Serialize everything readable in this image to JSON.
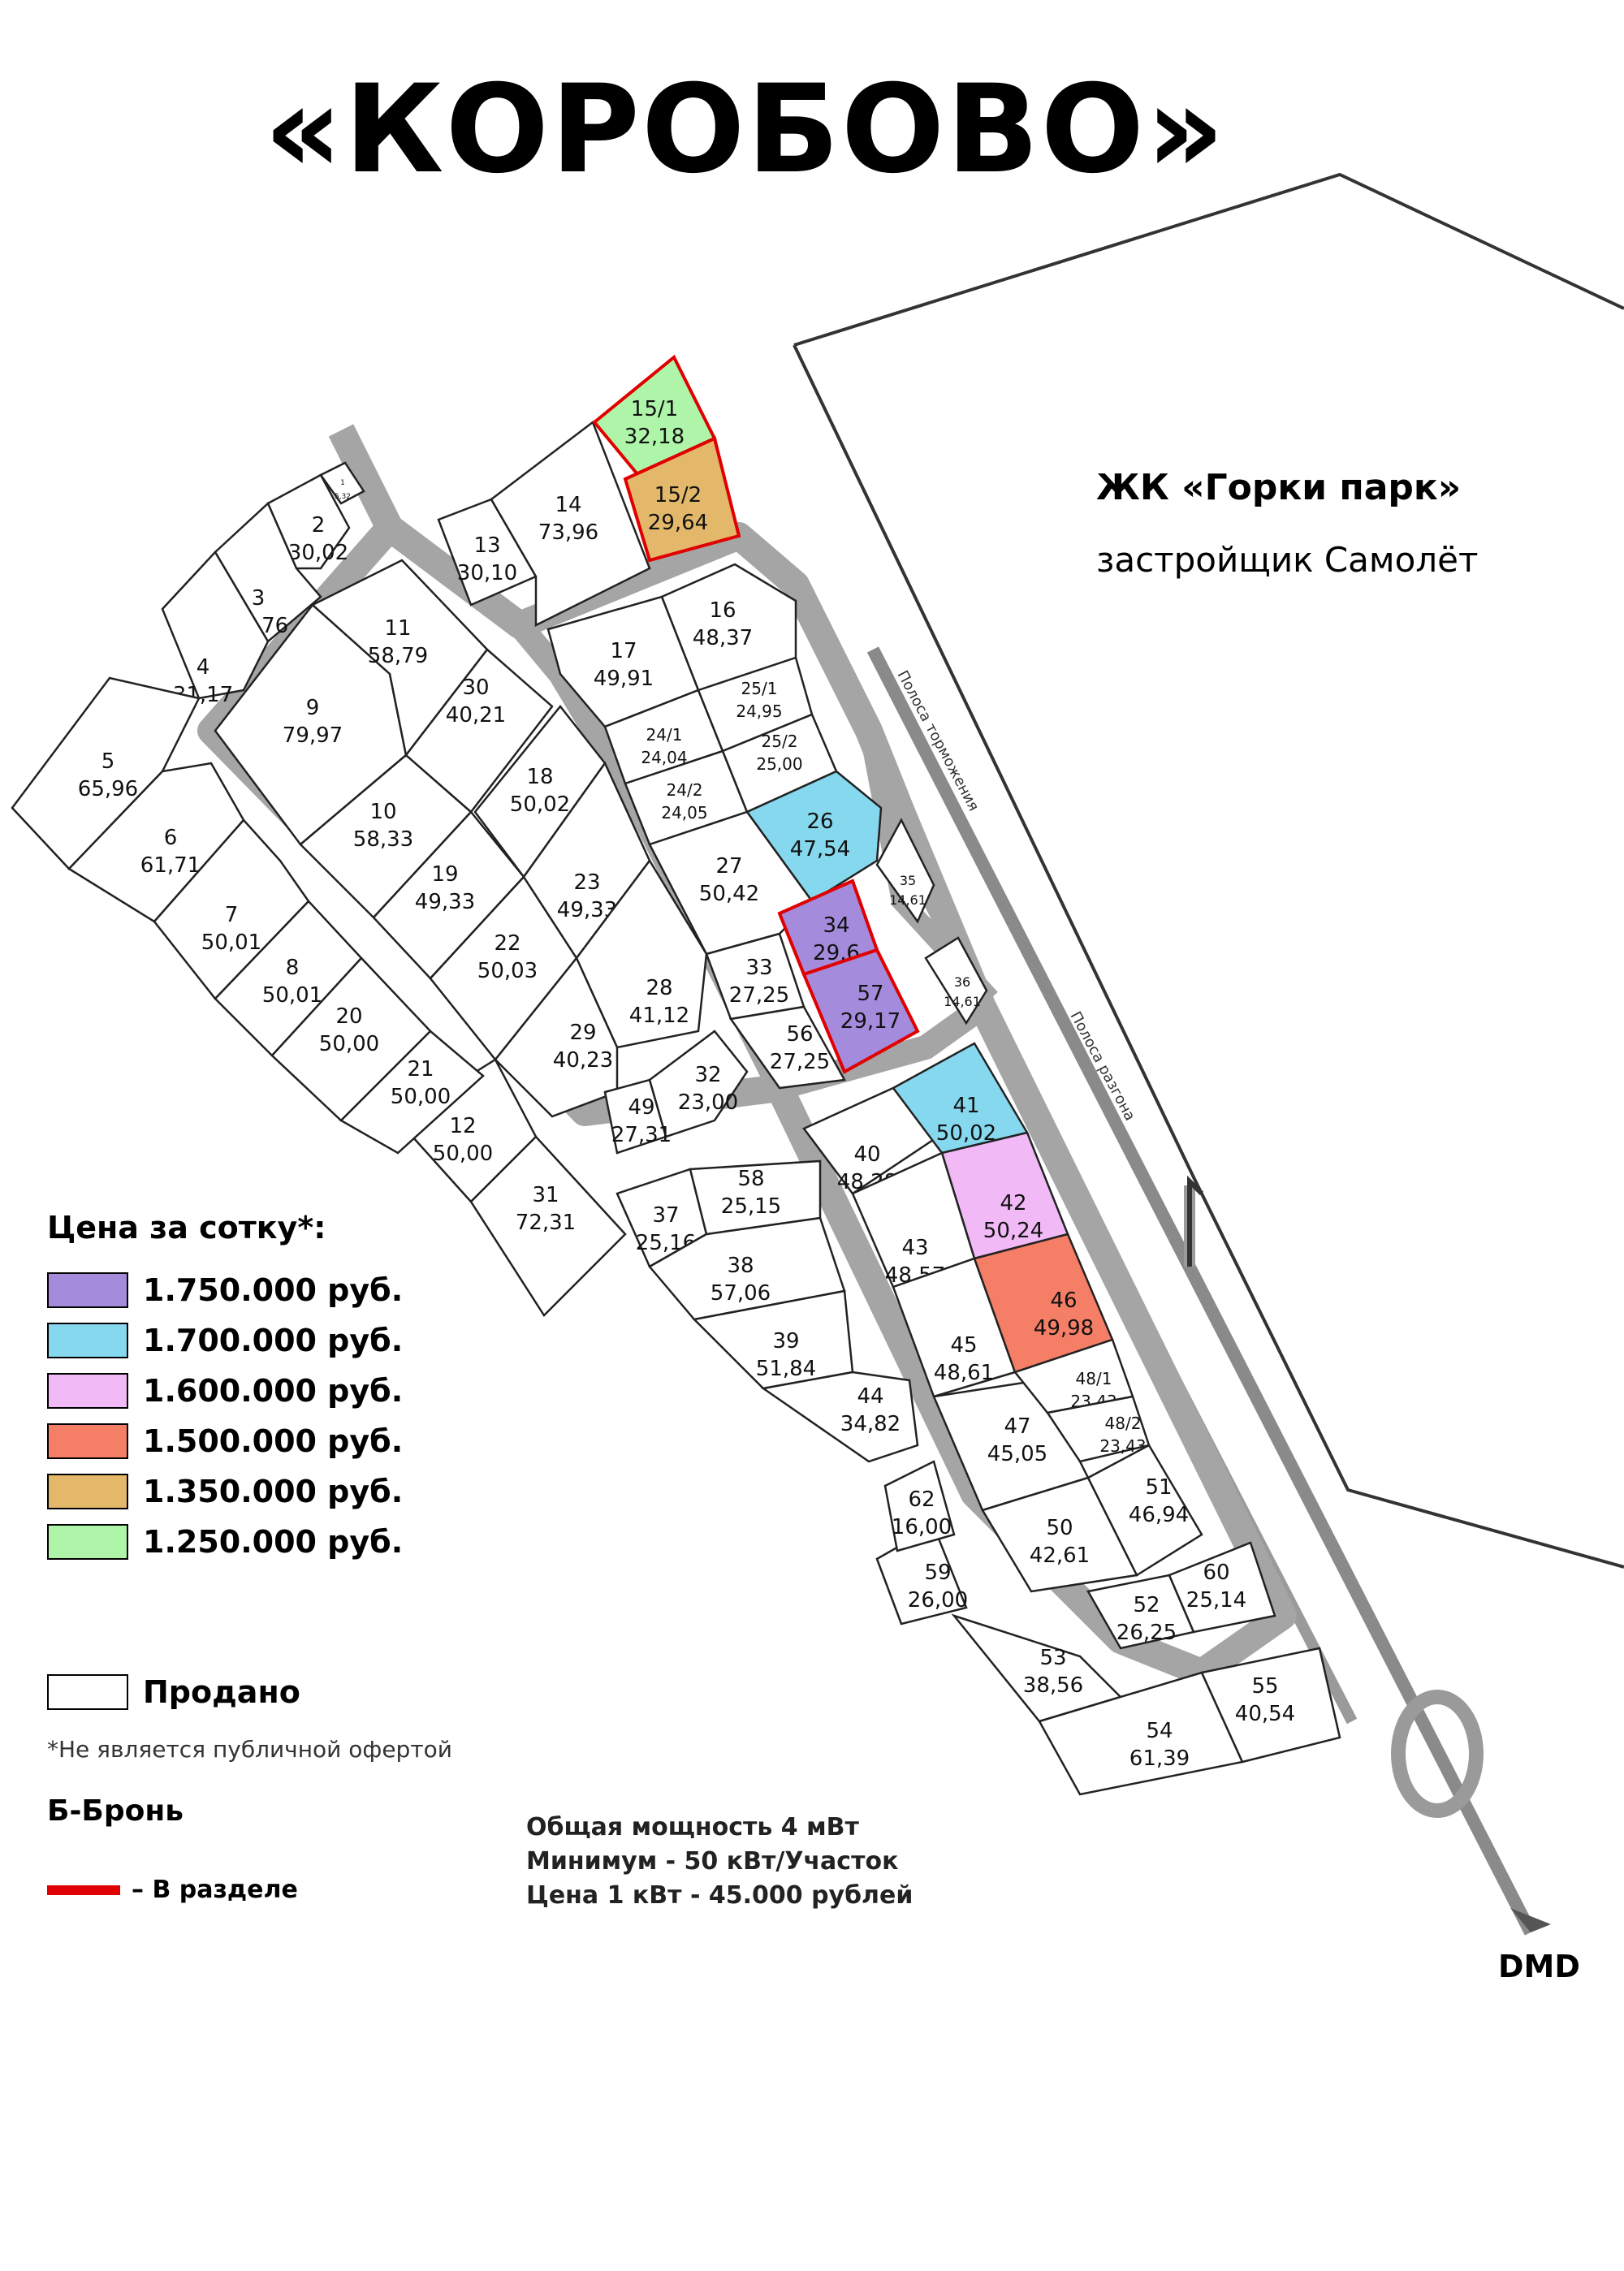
{
  "title": "«КОРОБОВО»",
  "complex": {
    "name": "ЖК «Горки парк»",
    "developer": "застройщик Самолёт"
  },
  "road_labels": {
    "brake_lane": "Полоса торможения",
    "accel_lane": "Полоса разгона",
    "exit": "DMD"
  },
  "legend": {
    "heading": "Цена за сотку*:",
    "items": [
      {
        "label": "1.750.000 руб.",
        "color": "#a58bdc"
      },
      {
        "label": "1.700.000 руб.",
        "color": "#86d8ee"
      },
      {
        "label": "1.600.000 руб.",
        "color": "#f1b9f5"
      },
      {
        "label": "1.500.000 руб.",
        "color": "#f57e66"
      },
      {
        "label": "1.350.000 руб.",
        "color": "#e3b86a"
      },
      {
        "label": "1.250.000 руб.",
        "color": "#aef5a9"
      }
    ],
    "sold": "Продано",
    "disclaimer": "*Не является публичной офертой",
    "reserve": "Б-Бронь",
    "in_section": "– В разделе"
  },
  "power": {
    "line1": "Общая мощность 4 мВт",
    "line2": "Минимум - 50 кВт/Участок",
    "line3": "Цена 1 кВт - 45.000 рублей"
  },
  "plots": [
    {
      "n": "1",
      "a": "5,32",
      "status": "sold"
    },
    {
      "n": "2",
      "a": "30,02",
      "status": "sold"
    },
    {
      "n": "3",
      "a": "35,76",
      "status": "sold"
    },
    {
      "n": "4",
      "a": "31,17",
      "status": "sold"
    },
    {
      "n": "5",
      "a": "65,96",
      "status": "sold"
    },
    {
      "n": "6",
      "a": "61,71",
      "status": "sold"
    },
    {
      "n": "7",
      "a": "50,01",
      "status": "sold"
    },
    {
      "n": "8",
      "a": "50,01",
      "status": "sold"
    },
    {
      "n": "9",
      "a": "79,97",
      "status": "sold"
    },
    {
      "n": "10",
      "a": "58,33",
      "status": "sold"
    },
    {
      "n": "11",
      "a": "58,79",
      "status": "sold"
    },
    {
      "n": "12",
      "a": "50,00",
      "status": "sold"
    },
    {
      "n": "13",
      "a": "30,10",
      "status": "sold"
    },
    {
      "n": "14",
      "a": "73,96",
      "status": "sold"
    },
    {
      "n": "15/1",
      "a": "32,18",
      "status": "price6"
    },
    {
      "n": "15/2",
      "a": "29,64",
      "status": "price5"
    },
    {
      "n": "16",
      "a": "48,37",
      "status": "sold"
    },
    {
      "n": "17",
      "a": "49,91",
      "status": "sold"
    },
    {
      "n": "18",
      "a": "50,02",
      "status": "sold"
    },
    {
      "n": "19",
      "a": "49,33",
      "status": "sold"
    },
    {
      "n": "20",
      "a": "50,00",
      "status": "sold"
    },
    {
      "n": "21",
      "a": "50,00",
      "status": "sold"
    },
    {
      "n": "22",
      "a": "50,03",
      "status": "sold"
    },
    {
      "n": "23",
      "a": "49,33",
      "status": "sold"
    },
    {
      "n": "24/1",
      "a": "24,04",
      "status": "sold"
    },
    {
      "n": "24/2",
      "a": "24,05",
      "status": "sold"
    },
    {
      "n": "25/1",
      "a": "24,95",
      "status": "sold"
    },
    {
      "n": "25/2",
      "a": "25,00",
      "status": "sold"
    },
    {
      "n": "26",
      "a": "47,54",
      "status": "price2"
    },
    {
      "n": "27",
      "a": "50,42",
      "status": "sold"
    },
    {
      "n": "28",
      "a": "41,12",
      "status": "sold"
    },
    {
      "n": "29",
      "a": "40,23",
      "status": "sold"
    },
    {
      "n": "30",
      "a": "40,21",
      "status": "sold"
    },
    {
      "n": "31",
      "a": "72,31",
      "status": "sold"
    },
    {
      "n": "32",
      "a": "23,00",
      "status": "sold"
    },
    {
      "n": "33",
      "a": "27,25",
      "status": "sold"
    },
    {
      "n": "34",
      "a": "29,6",
      "status": "price1"
    },
    {
      "n": "35",
      "a": "14,61",
      "status": "sold"
    },
    {
      "n": "36",
      "a": "14,61",
      "status": "sold"
    },
    {
      "n": "37",
      "a": "25,16",
      "status": "sold"
    },
    {
      "n": "38",
      "a": "57,06",
      "status": "sold"
    },
    {
      "n": "39",
      "a": "51,84",
      "status": "sold"
    },
    {
      "n": "40",
      "a": "48,28",
      "status": "sold"
    },
    {
      "n": "41",
      "a": "50,02",
      "status": "price2"
    },
    {
      "n": "42",
      "a": "50,24",
      "status": "price3"
    },
    {
      "n": "43",
      "a": "48,57",
      "status": "sold"
    },
    {
      "n": "44",
      "a": "34,82",
      "status": "sold"
    },
    {
      "n": "45",
      "a": "48,61",
      "status": "sold"
    },
    {
      "n": "46",
      "a": "49,98",
      "status": "price4"
    },
    {
      "n": "47",
      "a": "45,05",
      "status": "sold"
    },
    {
      "n": "48/1",
      "a": "23,43",
      "status": "sold"
    },
    {
      "n": "48/2",
      "a": "23,43",
      "status": "sold"
    },
    {
      "n": "49",
      "a": "27,31",
      "status": "sold"
    },
    {
      "n": "50",
      "a": "42,61",
      "status": "sold"
    },
    {
      "n": "51",
      "a": "46,94",
      "status": "sold"
    },
    {
      "n": "52",
      "a": "26,25",
      "status": "sold"
    },
    {
      "n": "53",
      "a": "38,56",
      "status": "sold"
    },
    {
      "n": "54",
      "a": "61,39",
      "status": "sold"
    },
    {
      "n": "55",
      "a": "40,54",
      "status": "sold"
    },
    {
      "n": "56",
      "a": "27,25",
      "status": "sold"
    },
    {
      "n": "57",
      "a": "29,17",
      "status": "price1"
    },
    {
      "n": "58",
      "a": "25,15",
      "status": "sold"
    },
    {
      "n": "59",
      "a": "26,00",
      "status": "sold"
    },
    {
      "n": "60",
      "a": "25,14",
      "status": "sold"
    },
    {
      "n": "62",
      "a": "16,00",
      "status": "sold"
    }
  ]
}
